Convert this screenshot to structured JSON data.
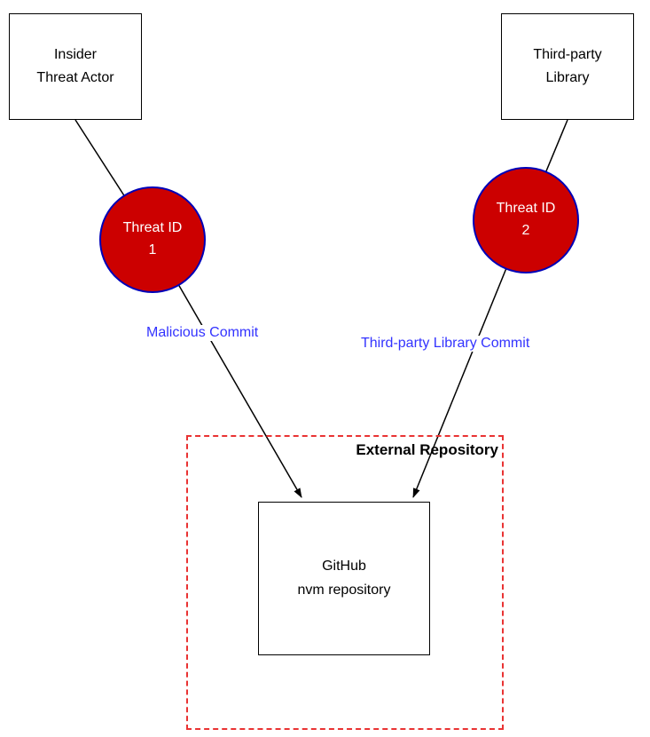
{
  "diagram": {
    "nodes": {
      "insider": {
        "label": "Insider\nThreat Actor"
      },
      "third_party": {
        "label": "Third-party\nLibrary"
      },
      "threat1": {
        "label": "Threat ID\n1"
      },
      "threat2": {
        "label": "Threat ID\n2"
      },
      "github": {
        "label": "GitHub\nnvm repository"
      }
    },
    "edges": {
      "malicious_commit_label": "Malicious Commit",
      "third_party_commit_label": "Third-party Library Commit"
    },
    "groups": {
      "external_repository_label": "External Repository"
    },
    "colors": {
      "threat_circle_fill": "#cc0000",
      "threat_circle_border": "#0000b8",
      "edge_label_text": "#3333ff",
      "group_border": "#e93333",
      "node_border": "#000000",
      "arrow": "#000000"
    }
  }
}
